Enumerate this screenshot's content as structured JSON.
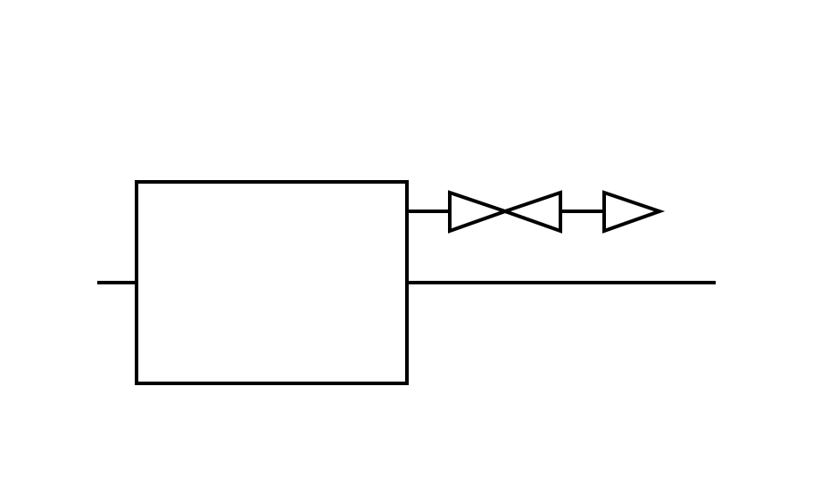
{
  "diagram": {
    "background": "#ffffff",
    "stroke_color": "#000000",
    "components": [
      {
        "kind": "inlet-line"
      },
      {
        "kind": "process-box"
      },
      {
        "kind": "outlet-line"
      },
      {
        "kind": "branch-line"
      },
      {
        "kind": "gate-valve"
      },
      {
        "kind": "check-arrow"
      }
    ]
  }
}
